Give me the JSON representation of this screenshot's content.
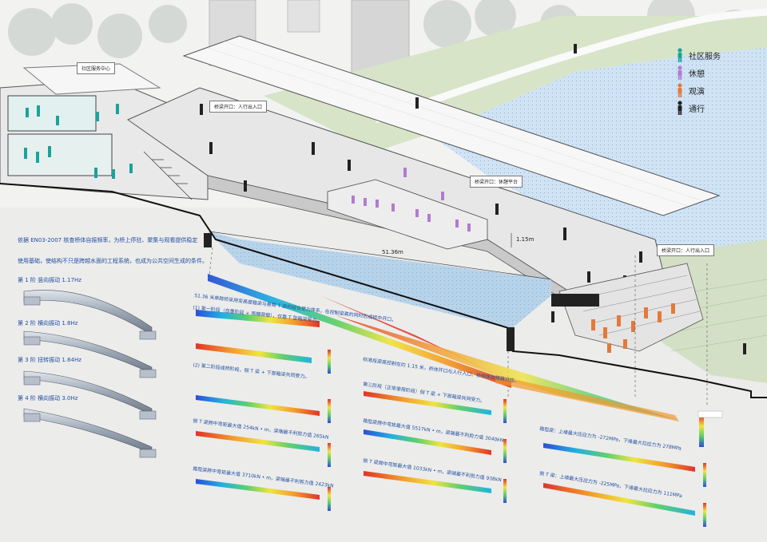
{
  "callouts": {
    "community_center": "社区服务中心",
    "bridge_opening_entry": "桥梁开口：人行出入口",
    "bridge_opening_rest": "桥梁开口：休憩平台",
    "bridge_opening_entry_right": "桥梁开口：人行出入口"
  },
  "dimensions": {
    "span": "51.36m",
    "height": "1.15m"
  },
  "legend": [
    {
      "label": "社区服务",
      "color": "#1aa39a",
      "icon": "person-icon"
    },
    {
      "label": "休憩",
      "color": "#b27bd0",
      "icon": "person-icon"
    },
    {
      "label": "观演",
      "color": "#e27a3a",
      "icon": "person-icon"
    },
    {
      "label": "通行",
      "color": "#222222",
      "icon": "person-icon"
    }
  ],
  "left_text": {
    "line1": "依据 EN03-2007 核查桥体自振频率，为桥上停驻、聚集与观看提供稳定",
    "line2": "使用基础，使结构不只是跨越水面的工程系统，也成为公共空间生成的条件。"
  },
  "modes": [
    {
      "label": "第 1 阶  竖向振动 1.17Hz"
    },
    {
      "label": "第 2 阶  横向振动 1.8Hz"
    },
    {
      "label": "第 3 阶  扭转振动 1.84Hz"
    },
    {
      "label": "第 4 阶  横向振动 3.0Hz"
    }
  ],
  "analysis": {
    "intro": "51.36 米单跨桥采用变高度箱梁与悬臂 T 梁的组合受力体系，在控制梁高的同时形成桥中开口。",
    "stage1": "(1)  第一阶段（自重阶段 + 雨棚荷载），仅靠 T 型箱梁受力。",
    "stage2": "(2)  第二阶段成桥阶段，侧 T 梁 + 下部箱梁共同受力。",
    "stage3_line1": "第三阶段（正常使用阶段）侧 T 梁 + 下部箱梁共同受力。",
    "bridge_note": "标准段梁高控制在约 1.15 米，桥体开口与人行入口、桥侧休台精确对应。",
    "c1": "侧 T 梁跨中弯矩最大值 254kN • m，梁端最不利剪力值 265kN",
    "c2": "箱型梁跨中弯矩最大值 3710kN • m，梁端最不利剪力值 2423kN",
    "c3": "箱型梁跨中弯矩最大值 5517kN • m，梁端最不利剪力值 3040kN",
    "c4": "侧 T 梁跨中弯矩最大值 1033kN • m，梁端最不利剪力值 938kN",
    "c5": "箱型梁：上缘最大压应力为 -272MPa，下缘最大拉应力为 278MPa",
    "c6": "侧 T 梁：上缘最大压应力为 -225MPa，下缘最大拉应力为 111MPa"
  }
}
